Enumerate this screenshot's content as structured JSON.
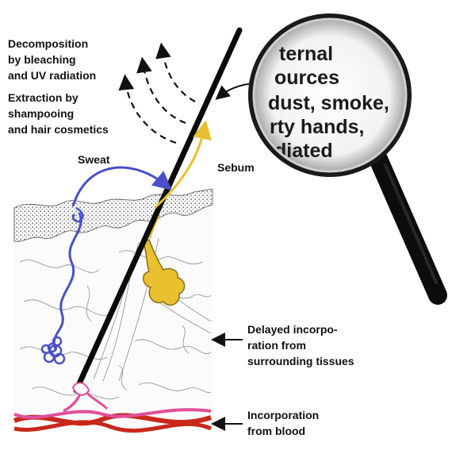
{
  "labels": {
    "decomposition": [
      "Decomposition",
      "by bleaching",
      "and UV radiation"
    ],
    "extraction": [
      "Extraction by",
      "shampooing",
      "and hair cosmetics"
    ],
    "sweat": "Sweat",
    "sebum": "Sebum",
    "delayed": [
      "Delayed incorpo-",
      "ration from",
      "surrounding tissues"
    ],
    "blood": [
      "Incorporation",
      "from blood"
    ]
  },
  "magnifier": {
    "lines": [
      "ternal",
      "ources",
      "dust, smoke,",
      "rty hands,",
      "diated"
    ]
  },
  "colors": {
    "sweat": "#4a4fc9",
    "sebum": "#e8c030",
    "hair": "#0a0a0a",
    "blood_red": "#c8281c",
    "blood_pink": "#e0509a",
    "skin_dot": "#7a7a7a"
  },
  "icons": [
    "magnifying-glass-icon",
    "hair-shaft-icon",
    "sweat-gland-icon",
    "sebaceous-gland-icon",
    "blood-vessel-icon"
  ]
}
